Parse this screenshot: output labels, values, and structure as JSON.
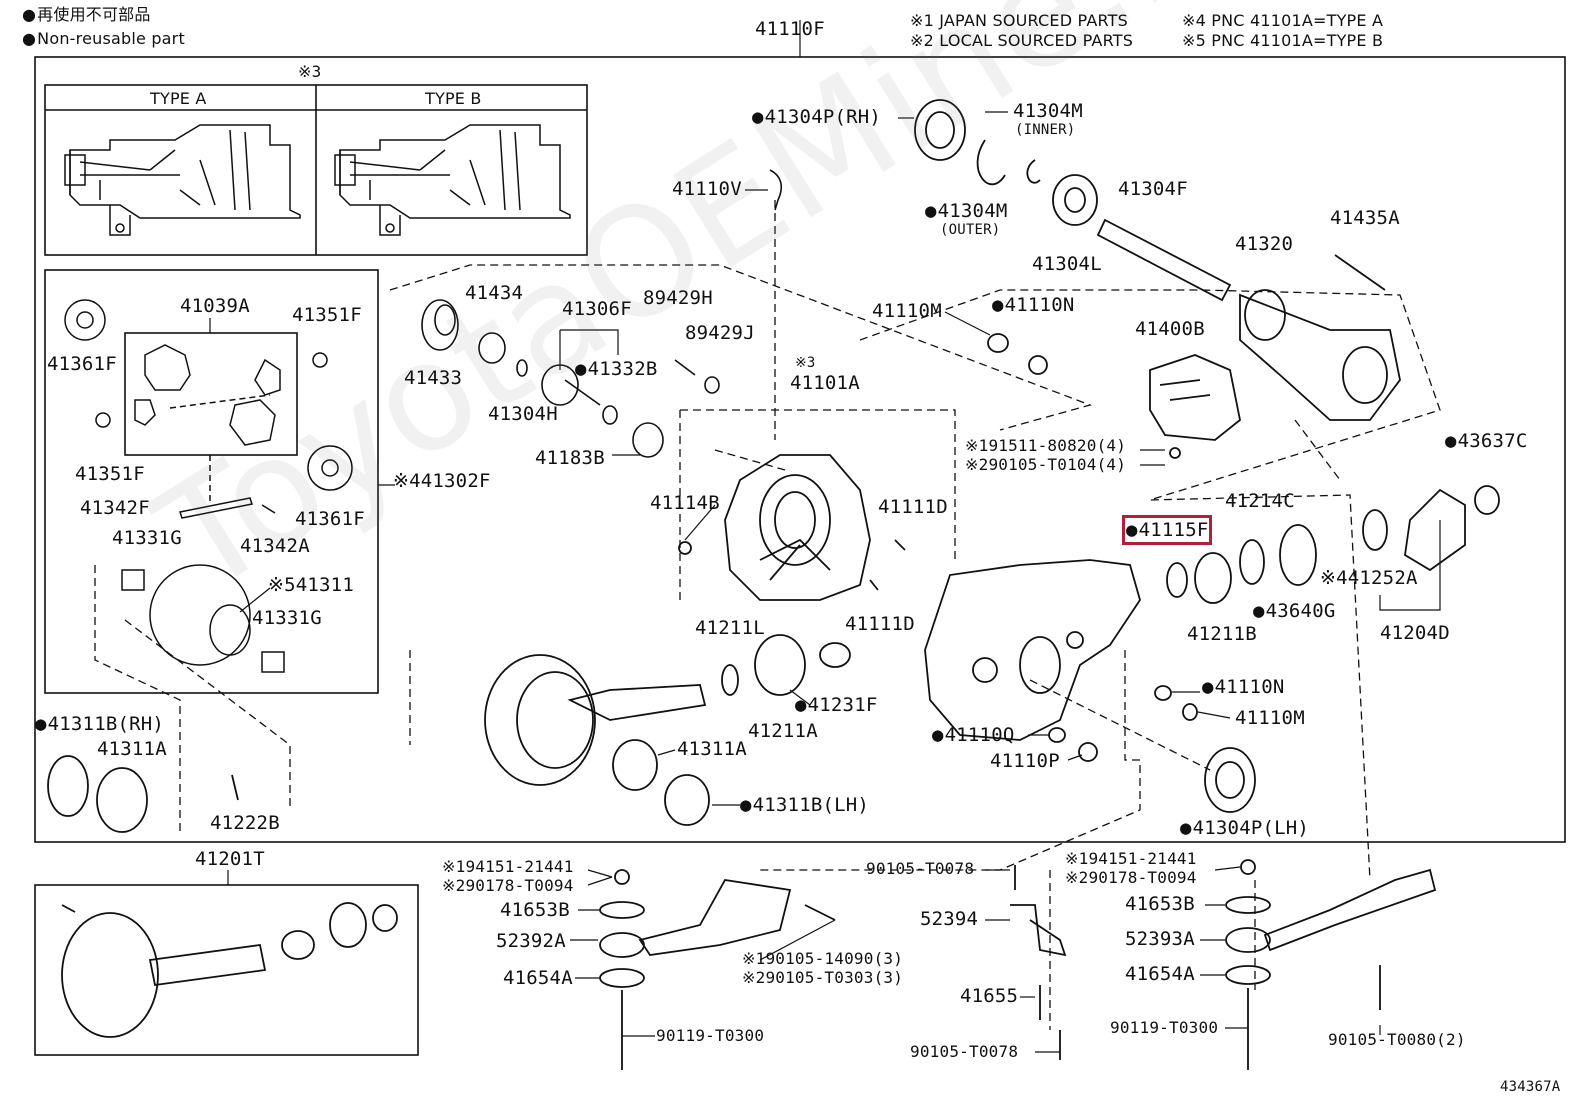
{
  "legend": {
    "reuse_jp": "再使用不可部品",
    "reuse_en": "Non-reusable part"
  },
  "notes": {
    "n1": "※1 JAPAN SOURCED PARTS",
    "n2": "※2 LOCAL SOURCED PARTS",
    "n4": "※4 PNC 41101A=TYPE A",
    "n5": "※5 PNC 41101A=TYPE B"
  },
  "type_box": {
    "ref": "※3",
    "type_a": "TYPE A",
    "type_b": "TYPE B"
  },
  "watermark": "ToyotaOEMine.ru",
  "diagram_id": "434367A",
  "highlight_color": "#b0203a",
  "parts": {
    "p41110F": "41110F",
    "p41304P_RH": "41304P(RH)",
    "p41304M_inner": "41304M",
    "p41304M_inner_note": "(INNER)",
    "p41304M_outer": "41304M",
    "p41304M_outer_note": "(OUTER)",
    "p41304F": "41304F",
    "p41304L": "41304L",
    "p41110V": "41110V",
    "p41435A": "41435A",
    "p41320": "41320",
    "p41039A": "41039A",
    "p41351F_a": "41351F",
    "p41361F_a": "41361F",
    "p41351F_b": "41351F",
    "p41342F": "41342F",
    "p41361F_b": "41361F",
    "p41342A": "41342A",
    "p41331G_a": "41331G",
    "p41311_ref": "※541311",
    "p41331G_b": "41331G",
    "p41302F_ref": "※441302F",
    "p41434": "41434",
    "p41433": "41433",
    "p41306F": "41306F",
    "p89429H": "89429H",
    "p89429J": "89429J",
    "p41332B": "41332B",
    "p41304H": "41304H",
    "p41183B": "41183B",
    "p41110M_a": "41110M",
    "p41110N_a": "41110N",
    "p41400B": "41400B",
    "p41101A_ref": "※3",
    "p41101A": "41101A",
    "p191511": "※191511-80820(4)",
    "p290105a": "※290105-T0104(4)",
    "p43637C": "43637C",
    "p41114B": "41114B",
    "p41111D_a": "41111D",
    "p41214C": "41214C",
    "p41115F": "41115F",
    "p441252A": "※441252A",
    "p43640G": "43640G",
    "p41211B": "41211B",
    "p41204D": "41204D",
    "p41111D_b": "41111D",
    "p41211L": "41211L",
    "p41231F": "41231F",
    "p41211A": "41211A",
    "p41110N_b": "41110N",
    "p41110M_b": "41110M",
    "p41311B_RH": "41311B(RH)",
    "p41311A_a": "41311A",
    "p41311A_b": "41311A",
    "p41110Q": "41110Q",
    "p41110P": "41110P",
    "p41222B": "41222B",
    "p41311B_LH": "41311B(LH)",
    "p41304P_LH": "41304P(LH)",
    "p41201T": "41201T",
    "p194151_a": "※194151-21441",
    "p290178_a": "※290178-T0094",
    "p41653B_a": "41653B",
    "p52392A": "52392A",
    "p41654A_a": "41654A",
    "p190105": "※190105-14090(3)",
    "p290105b": "※290105-T0303(3)",
    "p90119_a": "90119-T0300",
    "p90105_T0078a": "90105-T0078",
    "p52394": "52394",
    "p41655": "41655",
    "p90105_T0078b": "90105-T0078",
    "p194151_b": "※194151-21441",
    "p290178_b": "※290178-T0094",
    "p41653B_b": "41653B",
    "p52393A": "52393A",
    "p41654A_b": "41654A",
    "p90119_b": "90119-T0300",
    "p90105_T0080": "90105-T0080(2)"
  }
}
